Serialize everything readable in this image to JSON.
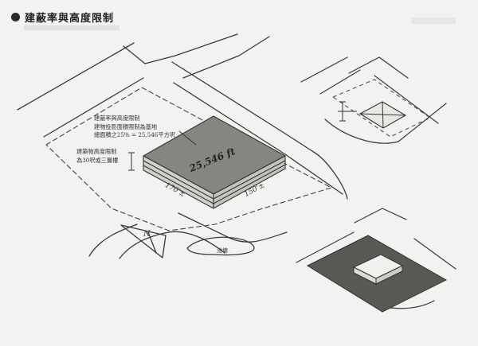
{
  "header": {
    "title": "建蔽率與高度限制"
  },
  "annotations": {
    "coverage_lines": [
      "建蔽率與高度限制",
      "建物投影面積限制為基地",
      "總面積之25% = 25,546平方呎"
    ],
    "height_lines": [
      "建築物高度限制",
      "為30呎或三層樓"
    ]
  },
  "sketch": {
    "area_label": "25,546 ft",
    "dimension_left": "170'±",
    "dimension_right": "150'±",
    "pond_label": "池塘",
    "north_label": "N"
  }
}
